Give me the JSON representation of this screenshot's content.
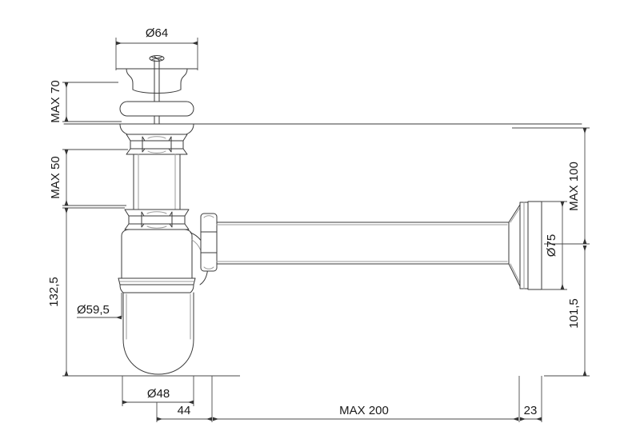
{
  "drawing": {
    "title": "Bottle trap technical dimension drawing",
    "units": "mm",
    "line_color": "#3a3a3a",
    "dim_color": "#4a4a4a",
    "background": "#ffffff"
  },
  "dimensions": {
    "top_diameter": "Ø64",
    "upper_max": "MAX 70",
    "mid_max": "MAX 50",
    "total_height": "132,5",
    "body_diameter": "Ø59,5",
    "bowl_diameter": "Ø48",
    "offset_44": "44",
    "outlet_length": "MAX 200",
    "outlet_flange": "23",
    "outlet_max": "MAX 100",
    "outlet_diameter": "Ø75",
    "outlet_height": "101,5"
  },
  "dimension_list": [
    {
      "id": "top_diameter",
      "label": "Ø64",
      "orientation": "horizontal",
      "location": "top"
    },
    {
      "id": "upper_max",
      "label": "MAX 70",
      "orientation": "vertical",
      "location": "left-upper"
    },
    {
      "id": "mid_max",
      "label": "MAX 50",
      "orientation": "vertical",
      "location": "left-middle"
    },
    {
      "id": "total_height",
      "label": "132,5",
      "orientation": "vertical",
      "location": "left-lower"
    },
    {
      "id": "body_diameter",
      "label": "Ø59,5",
      "orientation": "leader",
      "location": "left-bowl"
    },
    {
      "id": "bowl_diameter",
      "label": "Ø48",
      "orientation": "horizontal",
      "location": "bottom"
    },
    {
      "id": "offset_44",
      "label": "44",
      "orientation": "horizontal",
      "location": "bottom"
    },
    {
      "id": "outlet_length",
      "label": "MAX 200",
      "orientation": "horizontal",
      "location": "bottom"
    },
    {
      "id": "outlet_flange",
      "label": "23",
      "orientation": "horizontal",
      "location": "bottom"
    },
    {
      "id": "outlet_max",
      "label": "MAX 100",
      "orientation": "vertical",
      "location": "right-upper"
    },
    {
      "id": "outlet_diameter",
      "label": "Ø75",
      "orientation": "vertical",
      "location": "right-middle"
    },
    {
      "id": "outlet_height",
      "label": "101,5",
      "orientation": "vertical",
      "location": "right-lower"
    }
  ]
}
